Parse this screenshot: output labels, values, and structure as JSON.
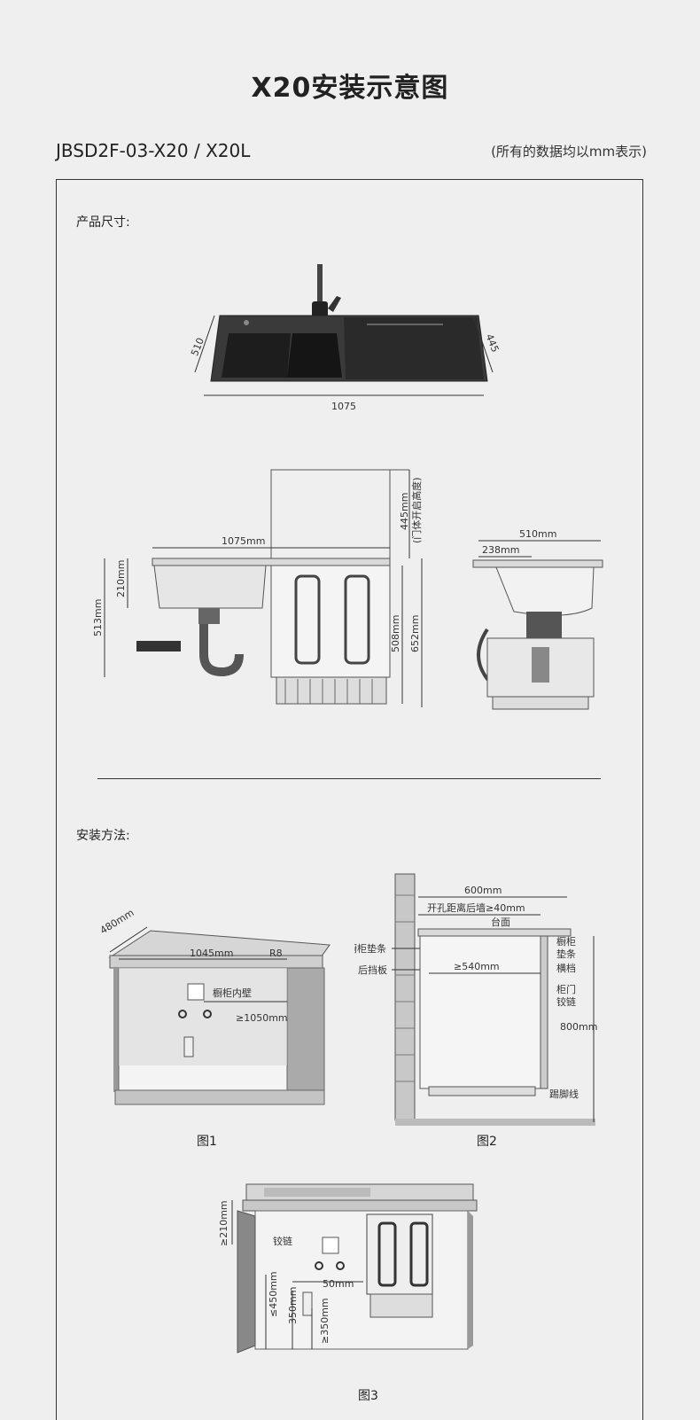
{
  "page": {
    "title": "X20安装示意图",
    "model": "JBSD2F-03-X20 / X20L",
    "unit_note": "(所有的数据均以mm表示)"
  },
  "product_size": {
    "heading": "产品尺寸:",
    "top_view": {
      "depth_left": "510",
      "depth_right": "445",
      "width": "1075"
    },
    "front_view": {
      "width": "1075mm",
      "lid_open": "445mm",
      "lid_open_note": "(门体开启高度)",
      "sink_depth": "210mm",
      "total_height": "513mm",
      "body_height": "508mm",
      "open_height": "652mm"
    },
    "side_view": {
      "depth": "510mm",
      "offset": "238mm"
    }
  },
  "install": {
    "heading": "安装方法:",
    "fig1": {
      "caption": "图1",
      "d480": "480mm",
      "d1045": "1045mm",
      "r8": "R8",
      "inner_wall": "橱柜内壁",
      "d1050": "≥1050mm"
    },
    "fig2": {
      "caption": "图2",
      "d600": "600mm",
      "wall_gap": "开孔距离后墙≥40mm",
      "countertop": "台面",
      "pad": "橱柜垫条",
      "backboard": "后挡板",
      "d540": "≥540mm",
      "cabinet_pad": [
        "橱柜",
        "垫条"
      ],
      "crossbar": "横档",
      "door": "柜门",
      "hinge": "铰链",
      "d800": "800mm",
      "kick": "踢脚线"
    },
    "fig3": {
      "caption": "图3",
      "d210": "≥210mm",
      "hinge": "铰链",
      "d50": "50mm",
      "d450": "≤450mm",
      "d350a": "350mm",
      "d350b": "≥350mm"
    }
  }
}
